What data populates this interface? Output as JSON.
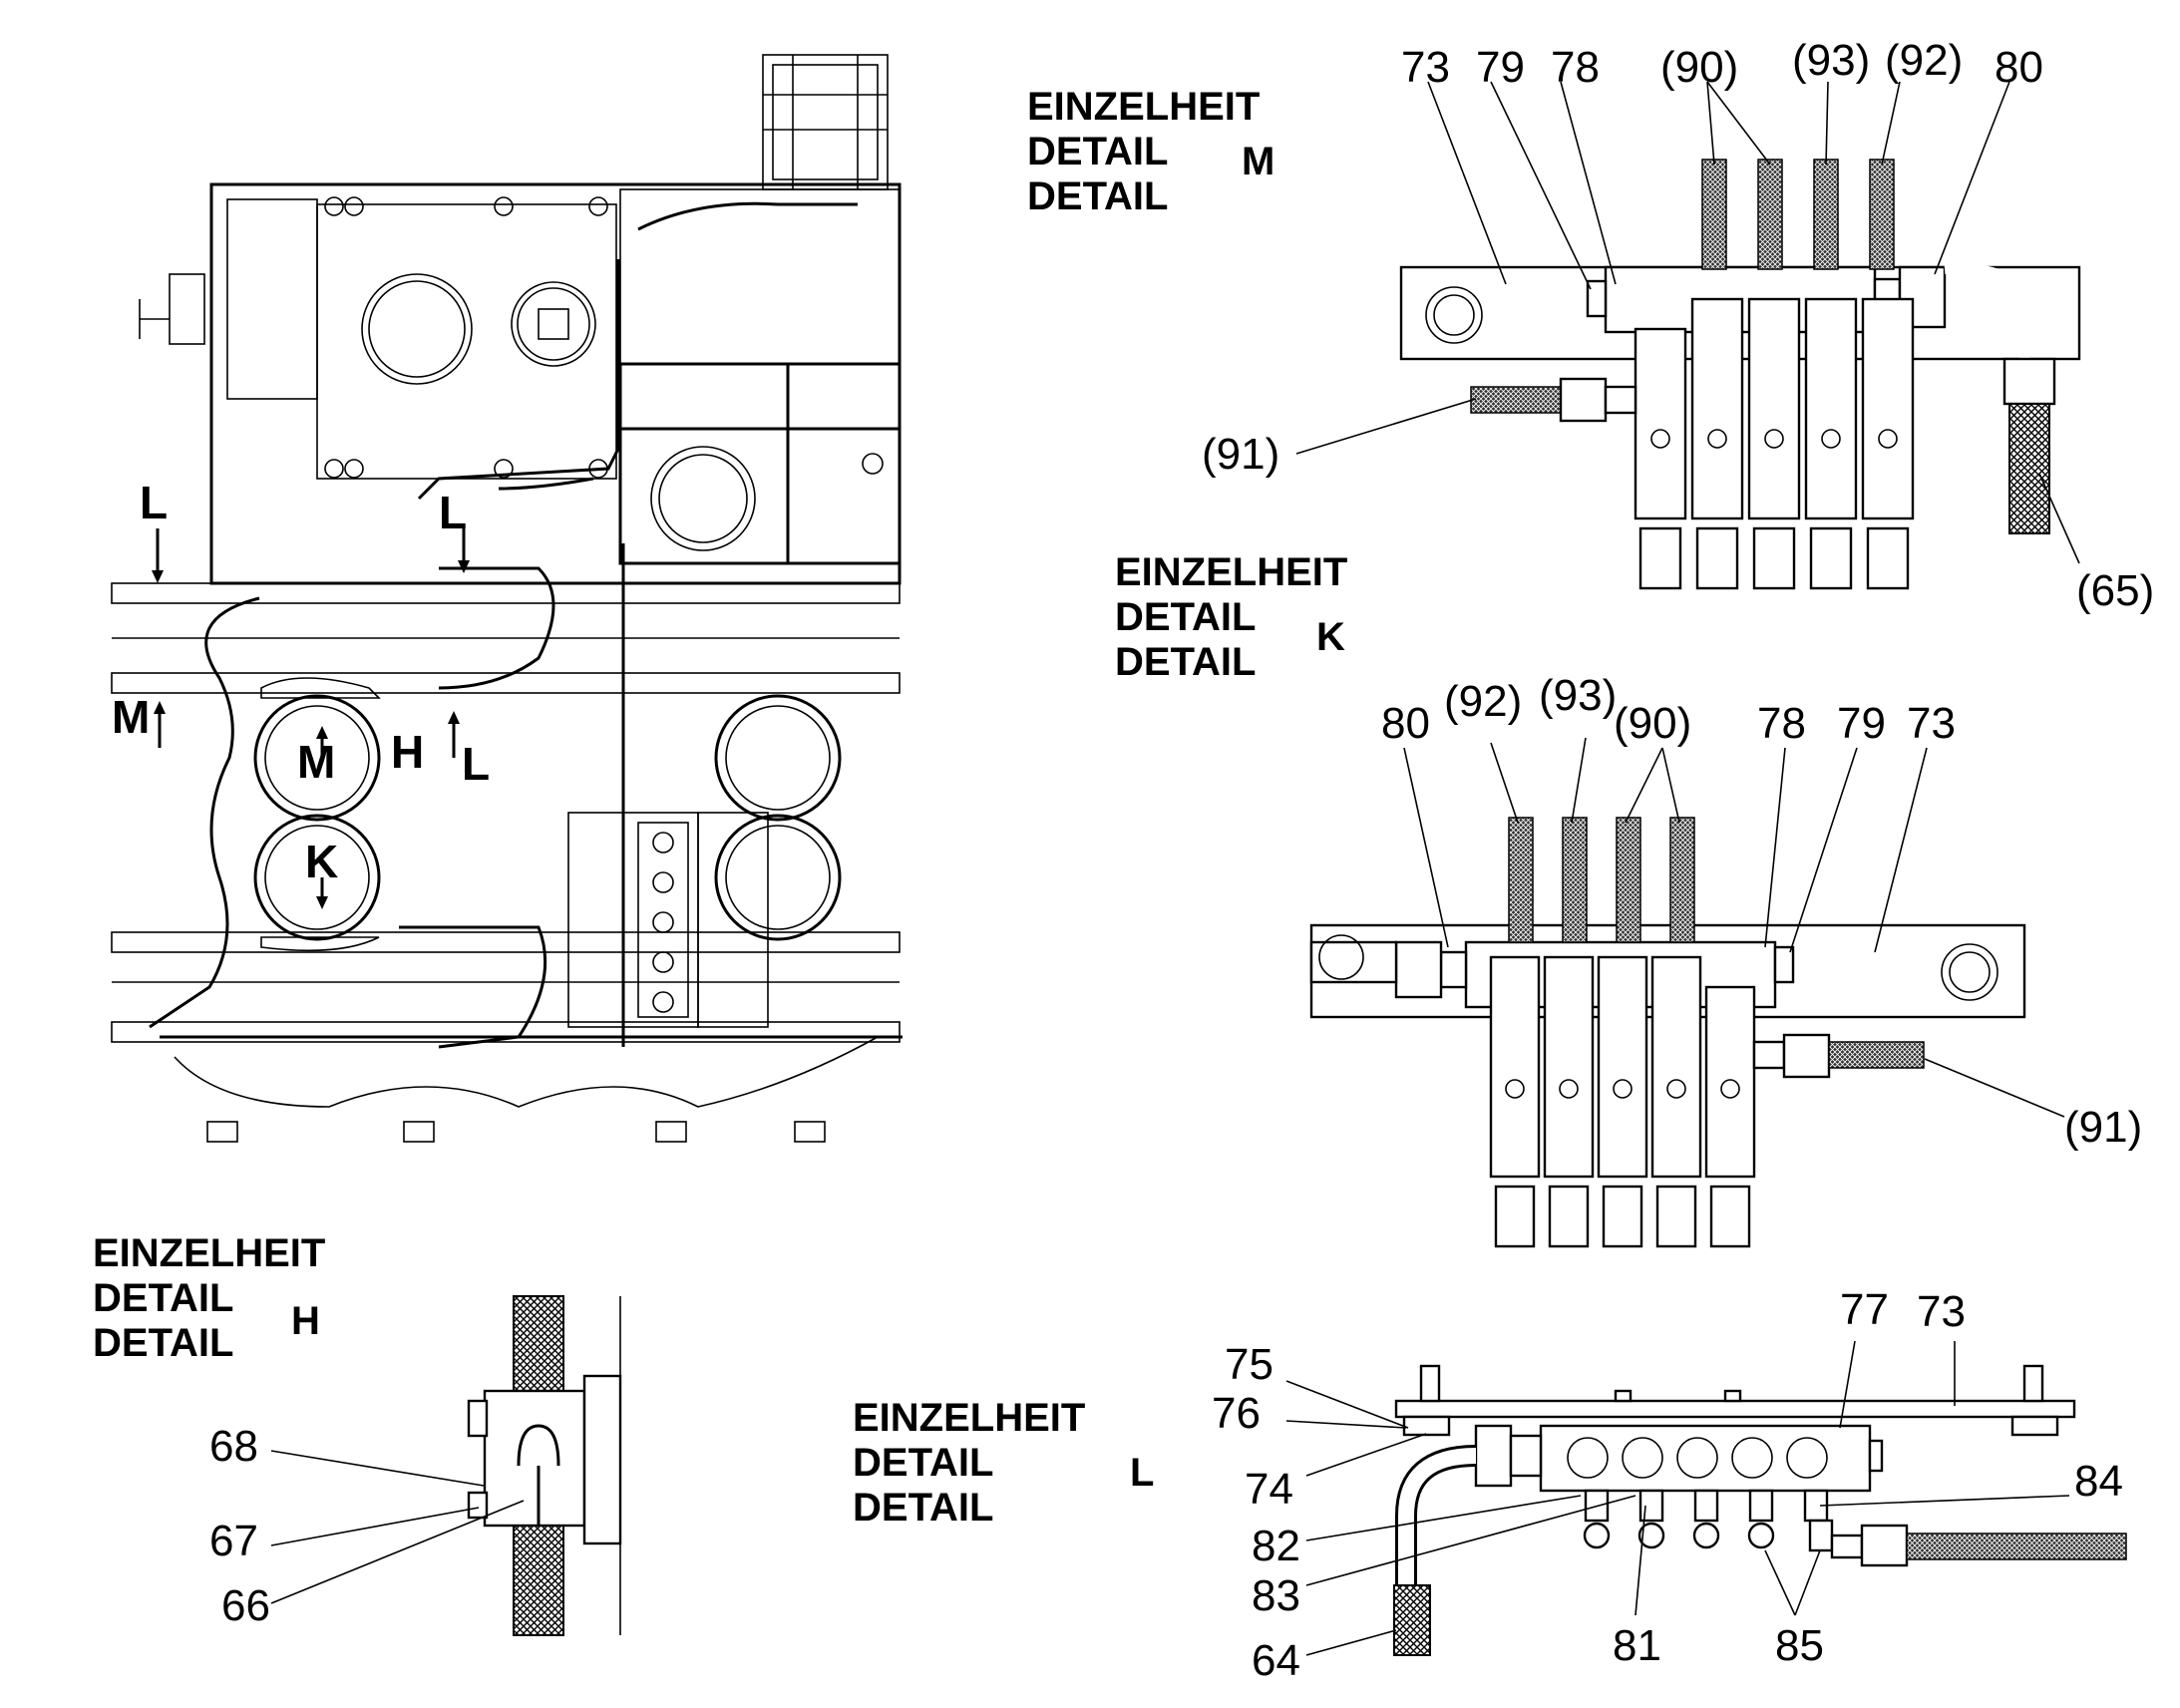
{
  "details": {
    "M": {
      "line1": "EINZELHEIT",
      "line2": "DETAIL",
      "line3": "DETAIL",
      "letter": "M"
    },
    "K": {
      "line1": "EINZELHEIT",
      "line2": "DETAIL",
      "line3": "DETAIL",
      "letter": "K"
    },
    "H": {
      "line1": "EINZELHEIT",
      "line2": "DETAIL",
      "line3": "DETAIL",
      "letter": "H"
    },
    "L": {
      "line1": "EINZELHEIT",
      "line2": "DETAIL",
      "line3": "DETAIL",
      "letter": "L"
    }
  },
  "overview_markers": {
    "L_top": "L",
    "L_mid": "L",
    "L_low": "L",
    "M_side": "M",
    "M_circle": "M",
    "H": "H",
    "K_circle": "K"
  },
  "callouts_M": {
    "p73": "73",
    "p79": "79",
    "p78": "78",
    "p90": "(90)",
    "p93": "(93)",
    "p92": "(92)",
    "p80": "80",
    "p91": "(91)",
    "p65": "(65)"
  },
  "callouts_K": {
    "p80": "80",
    "p92": "(92)",
    "p93": "(93)",
    "p90": "(90)",
    "p78": "78",
    "p79": "79",
    "p73": "73",
    "p91": "(91)"
  },
  "callouts_H": {
    "p68": "68",
    "p67": "67",
    "p66": "66"
  },
  "callouts_L": {
    "p77": "77",
    "p73": "73",
    "p75": "75",
    "p76": "76",
    "p74": "74",
    "p84": "84",
    "p82": "82",
    "p83": "83",
    "p81": "81",
    "p85": "85",
    "p64": "64"
  }
}
